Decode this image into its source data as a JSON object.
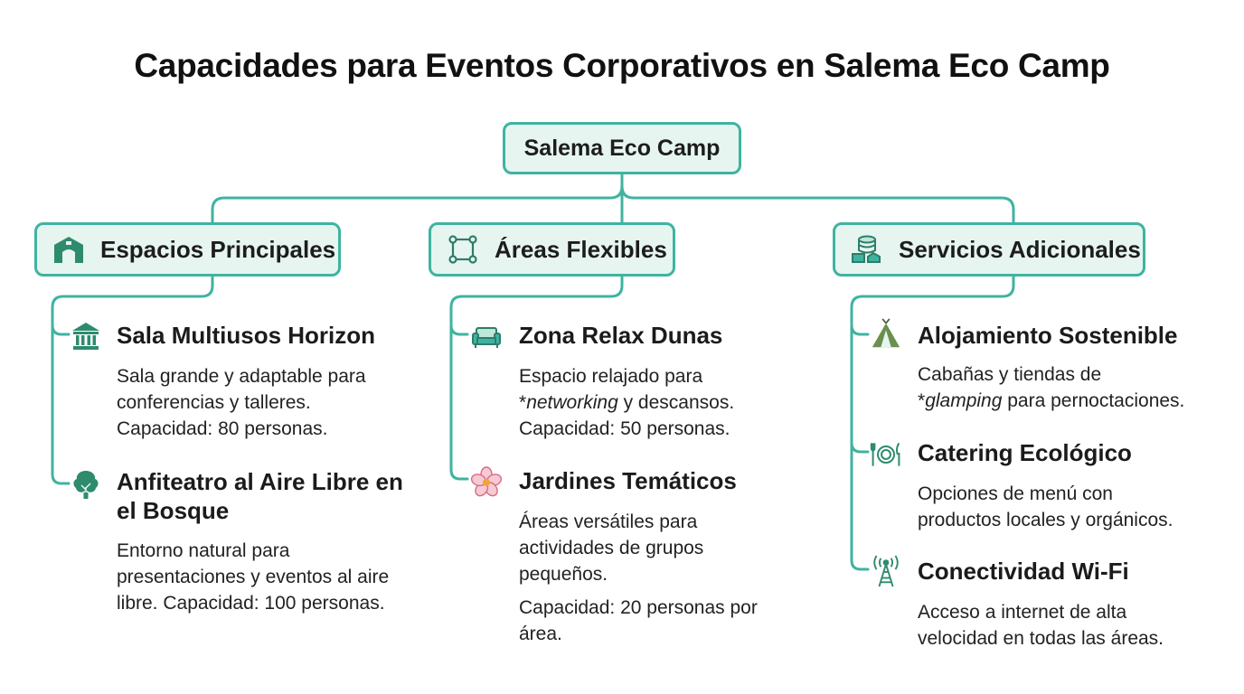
{
  "title": "Capacidades para Eventos Corporativos en Salema Eco Camp",
  "root": {
    "label": "Salema Eco Camp"
  },
  "categories": [
    {
      "label": "Espacios Principales",
      "icon": "building-icon",
      "items": [
        {
          "title": "Sala Multiusos Horizon",
          "icon": "classical-building-icon",
          "desc_lines": [
            "Sala grande y adaptable para",
            "conferencias y talleres.",
            "Capacidad: 80 personas."
          ]
        },
        {
          "title_lines": [
            "Anfiteatro al Aire Libre en",
            "el Bosque"
          ],
          "icon": "tree-icon",
          "desc_lines": [
            "Entorno natural para",
            "presentaciones y eventos al aire",
            "libre. Capacidad: 100 personas."
          ]
        }
      ]
    },
    {
      "label": "Áreas Flexibles",
      "icon": "flexible-area-icon",
      "items": [
        {
          "title": "Zona Relax Dunas",
          "icon": "sofa-icon",
          "desc_line1": "Espacio relajado para",
          "desc_line2_prefix": "*",
          "desc_line2_em": "networking",
          "desc_line2_rest": " y descansos.",
          "desc_line3": "Capacidad: 50 personas."
        },
        {
          "title": "Jardines Temáticos",
          "icon": "flower-icon",
          "desc_lines": [
            "Áreas versátiles para",
            "actividades de grupos",
            "pequeños."
          ],
          "extra_lines": [
            "Capacidad: 20 personas por",
            "área."
          ]
        }
      ]
    },
    {
      "label": "Servicios Adicionales",
      "icon": "services-icon",
      "items": [
        {
          "title": "Alojamiento Sostenible",
          "icon": "tent-icon",
          "desc_line1": "Cabañas y tiendas de",
          "desc_line2_prefix": "*",
          "desc_line2_em": "glamping",
          "desc_line2_rest": " para pernoctaciones."
        },
        {
          "title": "Catering Ecológico",
          "icon": "cutlery-icon",
          "desc_lines": [
            "Opciones de menú con",
            "productos locales y orgánicos."
          ]
        },
        {
          "title": "Conectividad Wi-Fi",
          "icon": "wifi-tower-icon",
          "desc_lines": [
            "Acceso a internet de alta",
            "velocidad en todas las áreas."
          ]
        }
      ]
    }
  ],
  "colors": {
    "accent": "#3fb3a0",
    "box_fill": "#e6f5ef",
    "icon_green": "#2e8b6e"
  }
}
